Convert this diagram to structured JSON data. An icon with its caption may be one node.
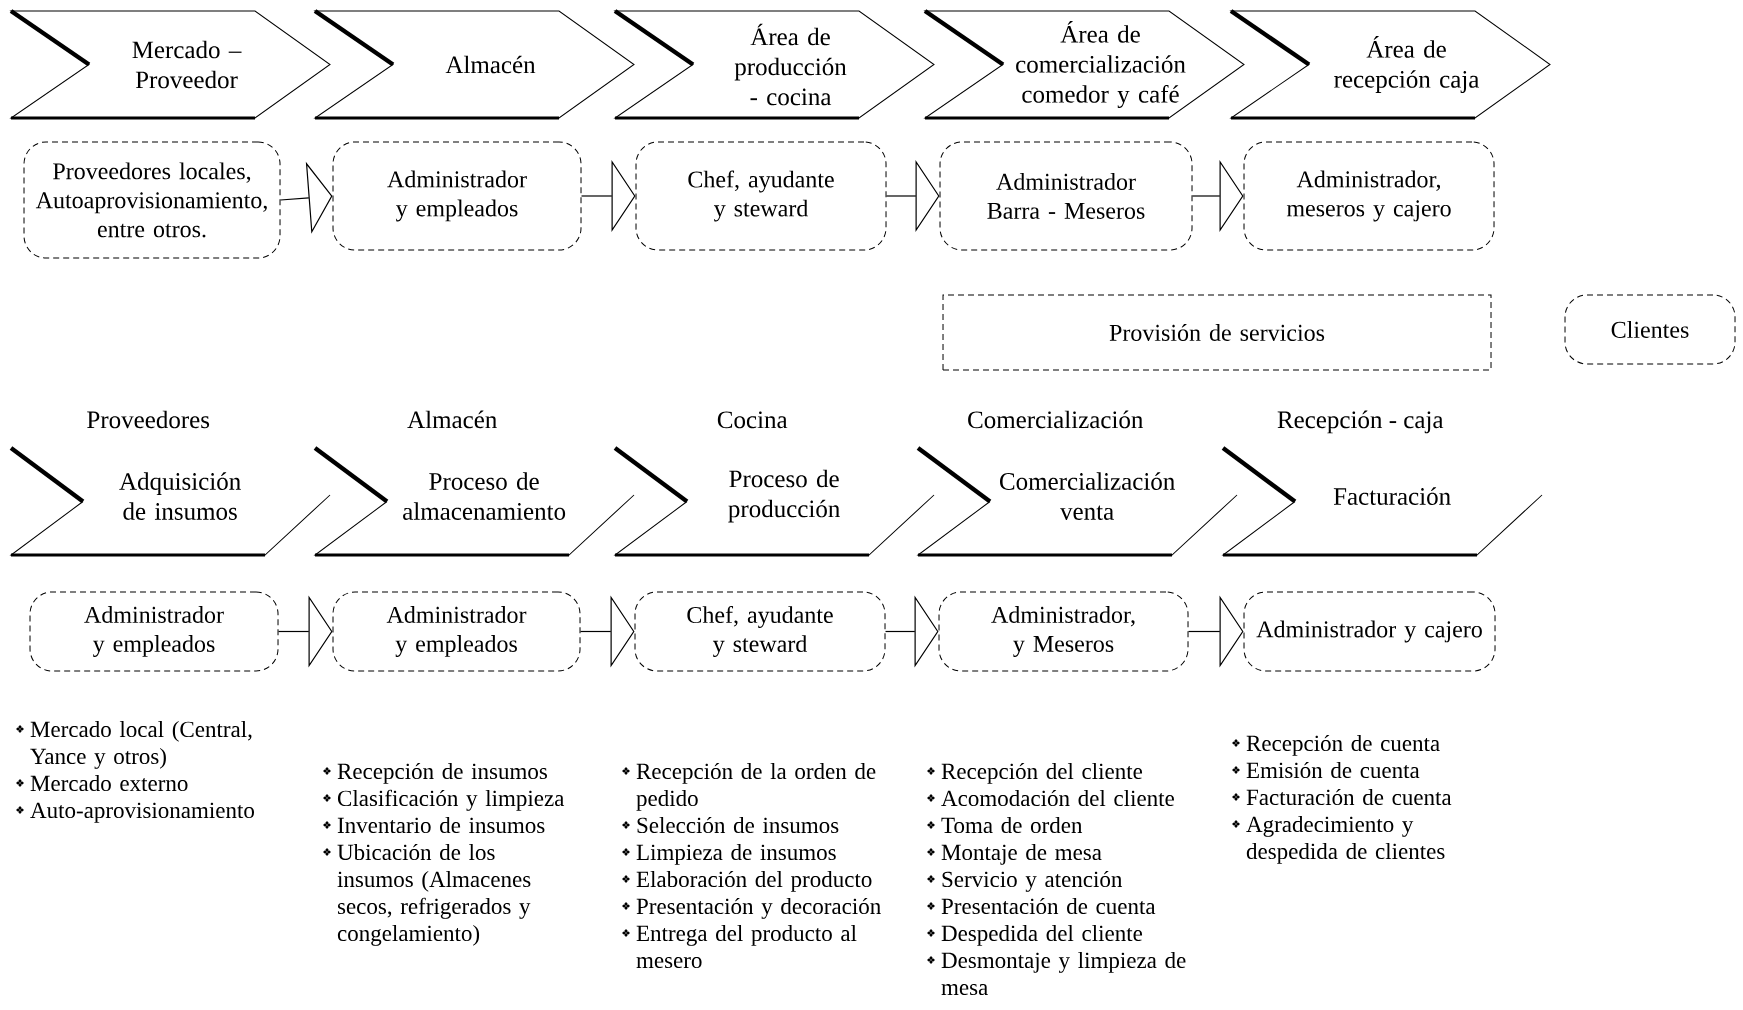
{
  "diagram": {
    "nodes": [
      {
        "text": [
          "Mercado – Proveedor"
        ]
      },
      {
        "text": [
          "Almacén"
        ]
      },
      {
        "text": [
          "Área de producción - cocina"
        ]
      },
      {
        "text": [
          "Área de comercialización comedor y café"
        ]
      },
      {
        "text": [
          "Área de recepción caja"
        ]
      },
      {
        "text": [
          "Proveedores locales, Autoaprovisionamiento, entre otros."
        ]
      },
      {
        "text": [
          "Administrador y empleados"
        ]
      },
      {
        "text": [
          "Chef, ayudante y steward"
        ]
      },
      {
        "text": [
          "Administrador Barra - Meseros"
        ]
      },
      {
        "text": [
          "Administrador, meseros y cajero"
        ]
      },
      {
        "text": [
          "Provisión de servicios"
        ]
      },
      {
        "text": [
          "Clientes"
        ]
      },
      {
        "text": [
          "Adquisición de insumos"
        ],
        "beside": [
          "Proveedores"
        ]
      },
      {
        "text": [
          "Proceso de almacenamiento"
        ],
        "beside": [
          "Almacén"
        ]
      },
      {
        "text": [
          "Proceso de producción"
        ],
        "beside": [
          "Cocina"
        ]
      },
      {
        "text": [
          "Comercialización venta"
        ],
        "beside": [
          "Comercialización"
        ]
      },
      {
        "text": [
          "Facturación"
        ],
        "beside": [
          "Recepción - caja"
        ]
      },
      {
        "text": [
          "Administrador y empleados"
        ]
      },
      {
        "text": [
          "Administrador y empleados"
        ]
      },
      {
        "text": [
          "Chef, ayudante y steward"
        ]
      },
      {
        "text": [
          "Administrador, y Meseros"
        ]
      },
      {
        "text": [
          "Administrador y cajero"
        ]
      }
    ],
    "edges": [
      {
        "from": 5,
        "to": 6,
        "arrow": "to"
      },
      {
        "from": 6,
        "to": 7,
        "arrow": "to"
      },
      {
        "from": 7,
        "to": 8,
        "arrow": "to"
      },
      {
        "from": 8,
        "to": 9,
        "arrow": "to"
      },
      {
        "from": 17,
        "to": 18,
        "arrow": "to"
      },
      {
        "from": 18,
        "to": 19,
        "arrow": "to"
      },
      {
        "from": 19,
        "to": 20,
        "arrow": "to"
      },
      {
        "from": 20,
        "to": 21,
        "arrow": "to"
      }
    ],
    "labels": [
      "Mercado local (Central, Yance y otros)",
      "Mercado externo",
      "Auto-aprovisionamiento",
      "Recepción de insumos",
      "Clasificación y limpieza",
      "Inventario de insumos",
      "Ubicación de los insumos (Almacenes secos, refrigerados y congelamiento)",
      "Recepción de la orden de pedido",
      "Selección de insumos",
      "Limpieza de insumos",
      "Elaboración del producto",
      "Presentación y decoración",
      "Entrega del producto al mesero",
      "Recepción del cliente",
      "Acomodación del cliente",
      "Toma de orden",
      "Montaje de mesa",
      "Servicio y atención",
      "Presentación de cuenta",
      "Despedida del cliente",
      "Desmontaje y limpieza de mesa",
      "Recepción de cuenta",
      "Emisión de cuenta",
      "Facturación de cuenta",
      "Agradecimiento y despedida de clientes"
    ]
  }
}
